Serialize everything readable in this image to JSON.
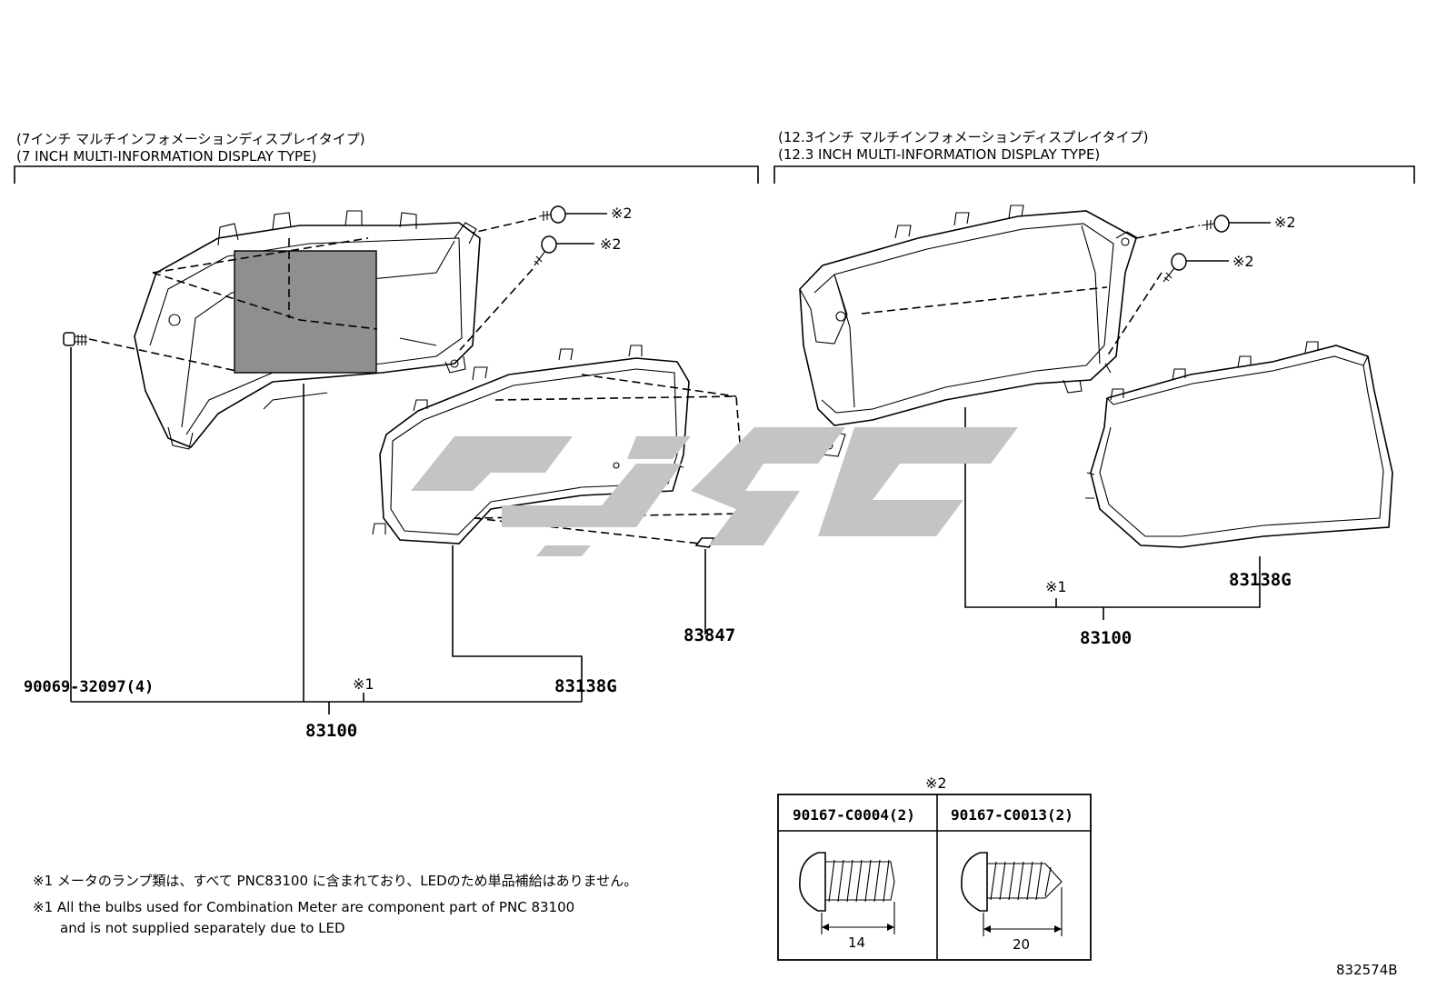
{
  "left_section": {
    "heading_jp": "(7インチ マルチインフォメーションディスプレイタイプ)",
    "heading_en": "(7 INCH MULTI-INFORMATION DISPLAY TYPE)",
    "callouts": {
      "screw_a": "※2",
      "screw_b": "※2",
      "bolt_part": "90069-32097(4)",
      "ref1": "※1",
      "glass_part": "83138G",
      "clip_part": "83847",
      "meter_part": "83100"
    }
  },
  "right_section": {
    "heading_jp": "(12.3インチ マルチインフォメーションディスプレイタイプ)",
    "heading_en": "(12.3 INCH MULTI-INFORMATION DISPLAY TYPE)",
    "callouts": {
      "screw_a": "※2",
      "screw_b": "※2",
      "ref1": "※1",
      "glass_part": "83138G",
      "meter_part": "83100"
    }
  },
  "screw_table": {
    "ref": "※2",
    "columns": [
      {
        "part": "90167-C0004(2)",
        "length": "14"
      },
      {
        "part": "90167-C0013(2)",
        "length": "20"
      }
    ]
  },
  "notes": {
    "jp": "※1 メータのランプ類は、すべて PNC83100 に含まれており、LEDのため単品補給はありません。",
    "en_line1": "※1 All the bulbs used for Combination Meter are component part of PNC 83100",
    "en_line2": "and is not supplied separately due to LED"
  },
  "figure_id": "832574B",
  "colors": {
    "line": "#000000",
    "watermark": "#c4c4c4",
    "screen_fill": "#8f8f8f"
  }
}
